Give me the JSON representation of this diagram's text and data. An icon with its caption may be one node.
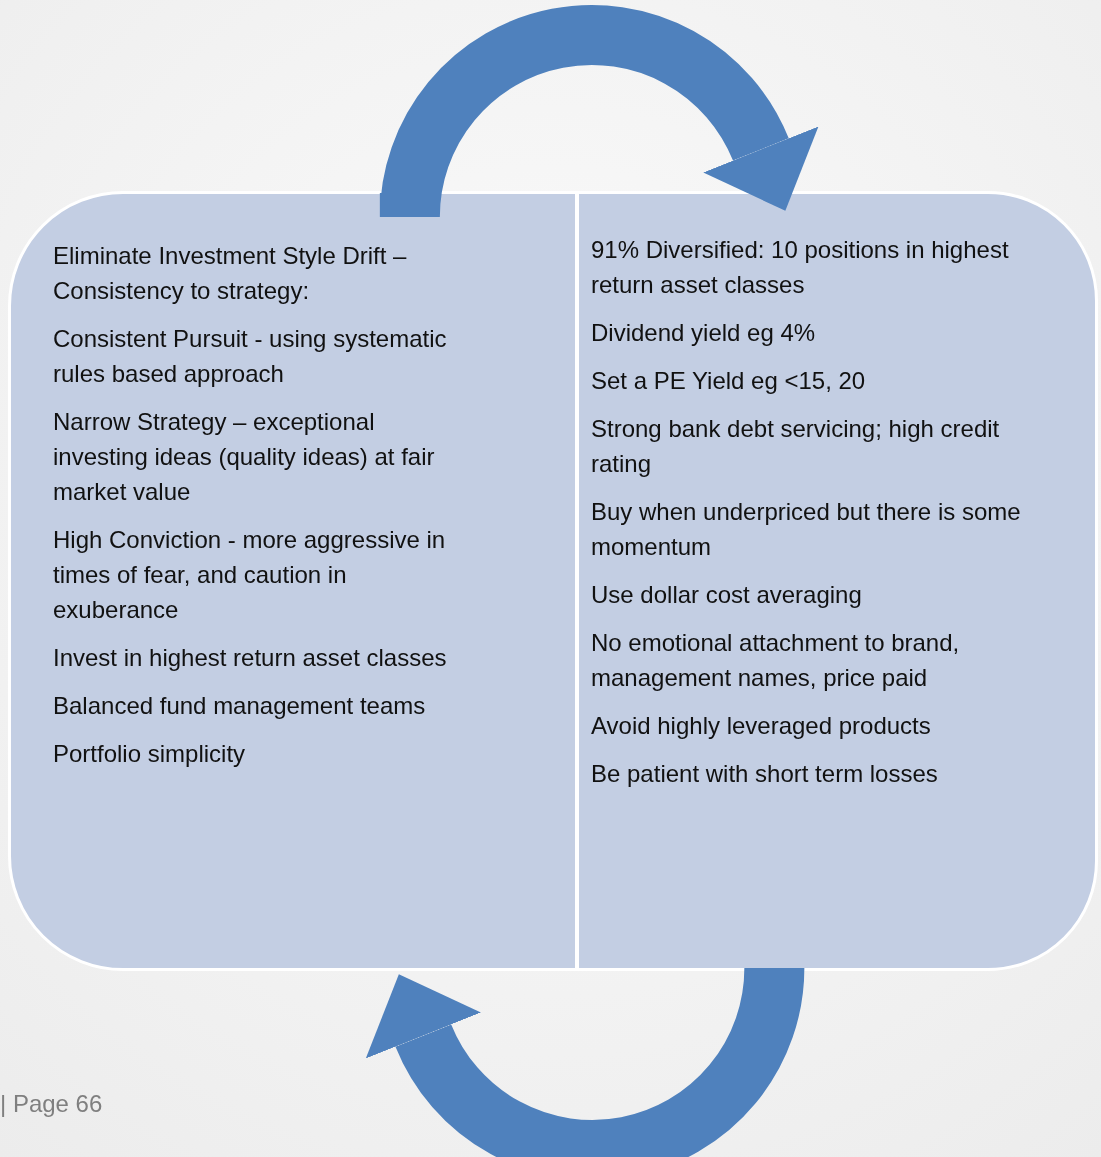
{
  "diagram": {
    "nodes": [
      {
        "text": [
          "Eliminate Investment Style Drift – Consistency to strategy:",
          "Consistent Pursuit - using systematic rules based approach",
          "Narrow Strategy – exceptional investing ideas (quality ideas) at fair market value",
          "High Conviction -  more aggressive in times of fear, and caution in exuberance",
          "Invest in highest return asset classes",
          "Balanced fund management teams",
          "Portfolio  simplicity"
        ]
      },
      {
        "text": [
          "91% Diversified: 10 positions in highest return asset classes",
          "Dividend yield eg 4%",
          "Set a PE Yield eg <15, 20",
          "Strong bank debt servicing; high credit rating",
          "Buy when underpriced but there is some momentum",
          "Use dollar cost averaging",
          "No emotional attachment to brand, management names, price paid",
          "Avoid highly leveraged products",
          "Be patient with short term losses"
        ]
      }
    ],
    "edges": [
      {
        "from": 0,
        "to": 1,
        "arrow": "to"
      },
      {
        "from": 1,
        "to": 0,
        "arrow": "to"
      }
    ],
    "labels": [
      "| Page 66"
    ]
  }
}
